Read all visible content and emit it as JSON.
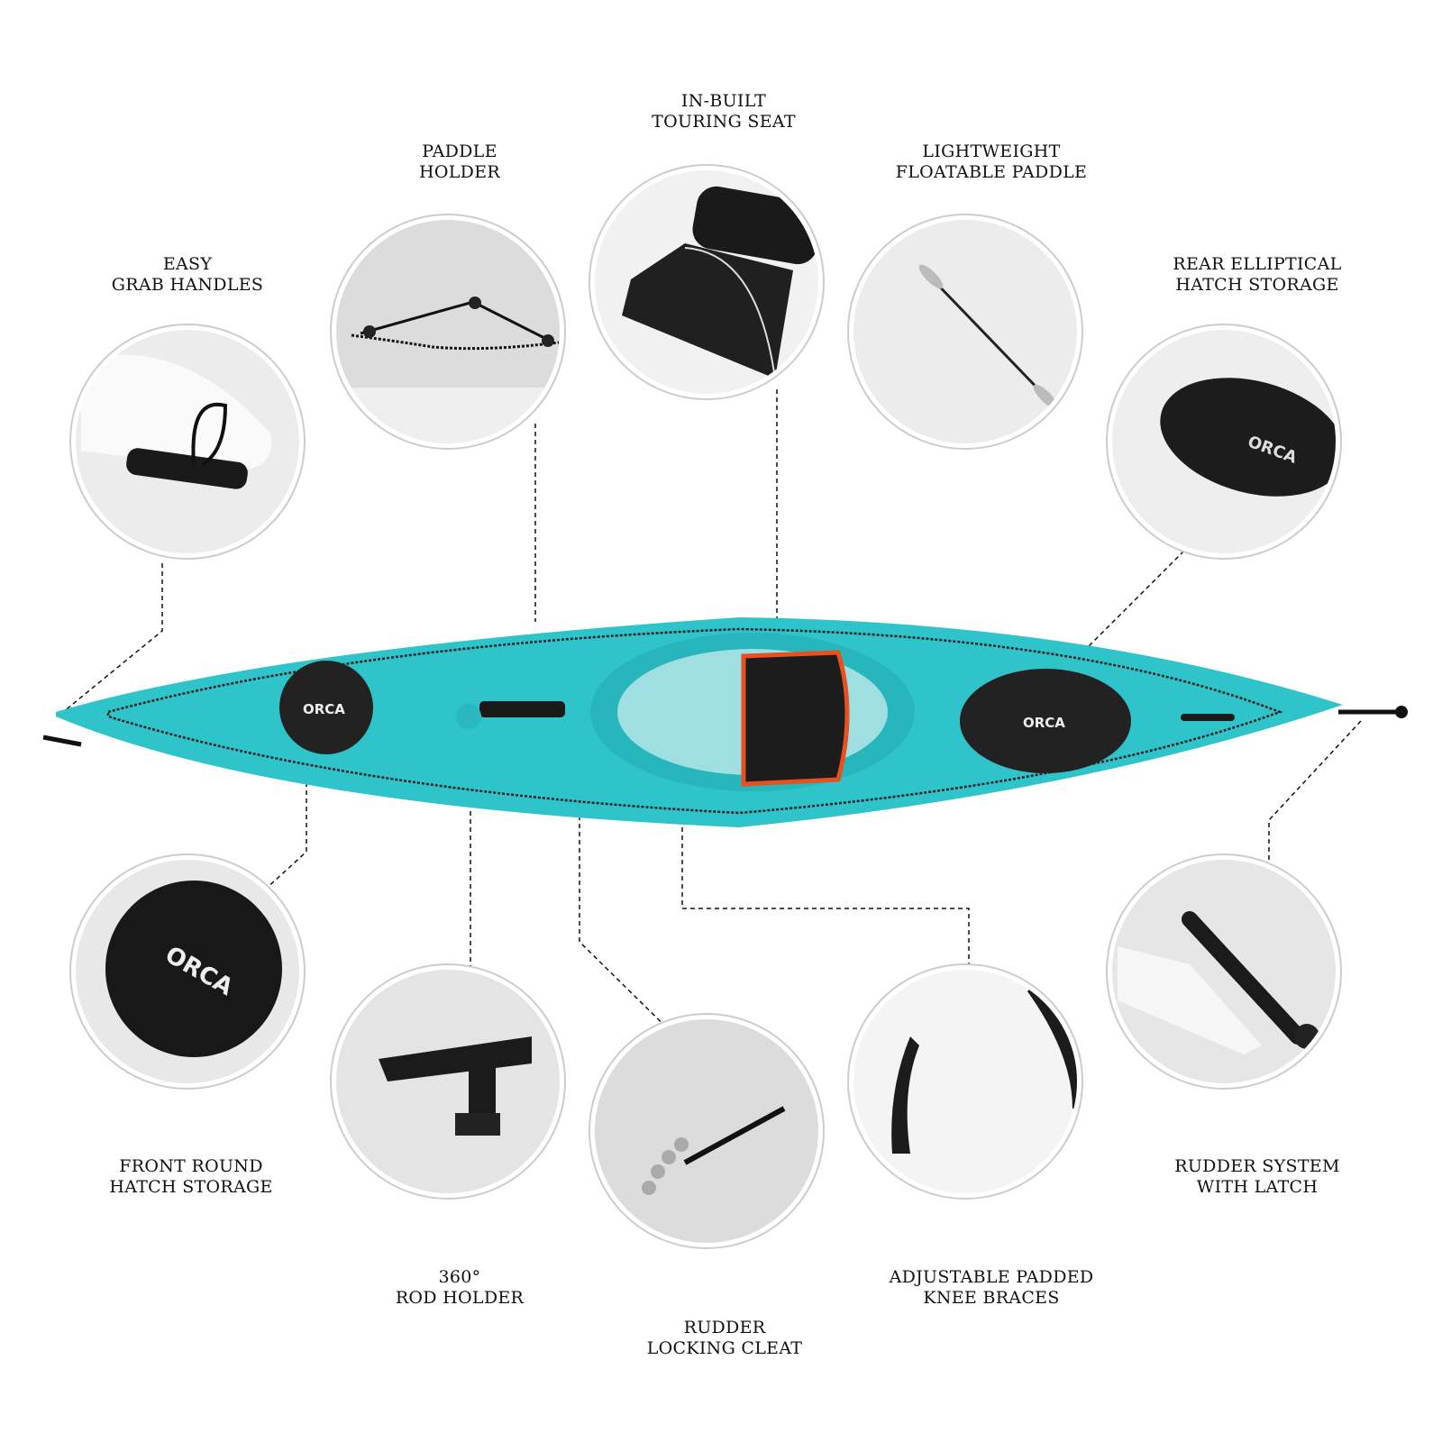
{
  "title": "Kayak feature diagram",
  "colors": {
    "hull": "#2fc4c9",
    "hull_dark": "#1ea7ad",
    "hatch": "#1c1c1c",
    "seat_trim": "#e8501e",
    "ring": "#c8c8c8"
  },
  "brand": "ORCA",
  "features": [
    {
      "id": "grab-handles",
      "line1": "EASY",
      "line2": "GRAB HANDLES"
    },
    {
      "id": "paddle-holder",
      "line1": "PADDLE",
      "line2": "HOLDER"
    },
    {
      "id": "touring-seat",
      "line1": "IN-BUILT",
      "line2": "TOURING SEAT"
    },
    {
      "id": "paddle",
      "line1": "LIGHTWEIGHT",
      "line2": "FLOATABLE PADDLE"
    },
    {
      "id": "rear-hatch",
      "line1": "REAR ELLIPTICAL",
      "line2": "HATCH STORAGE"
    },
    {
      "id": "front-hatch",
      "line1": "FRONT ROUND",
      "line2": "HATCH STORAGE"
    },
    {
      "id": "rod-holder",
      "line1": "360°",
      "line2": "ROD HOLDER"
    },
    {
      "id": "locking-cleat",
      "line1": "RUDDER",
      "line2": "LOCKING CLEAT"
    },
    {
      "id": "knee-braces",
      "line1": "ADJUSTABLE PADDED",
      "line2": "KNEE BRACES"
    },
    {
      "id": "rudder",
      "line1": "RUDDER SYSTEM",
      "line2": "WITH LATCH"
    }
  ]
}
